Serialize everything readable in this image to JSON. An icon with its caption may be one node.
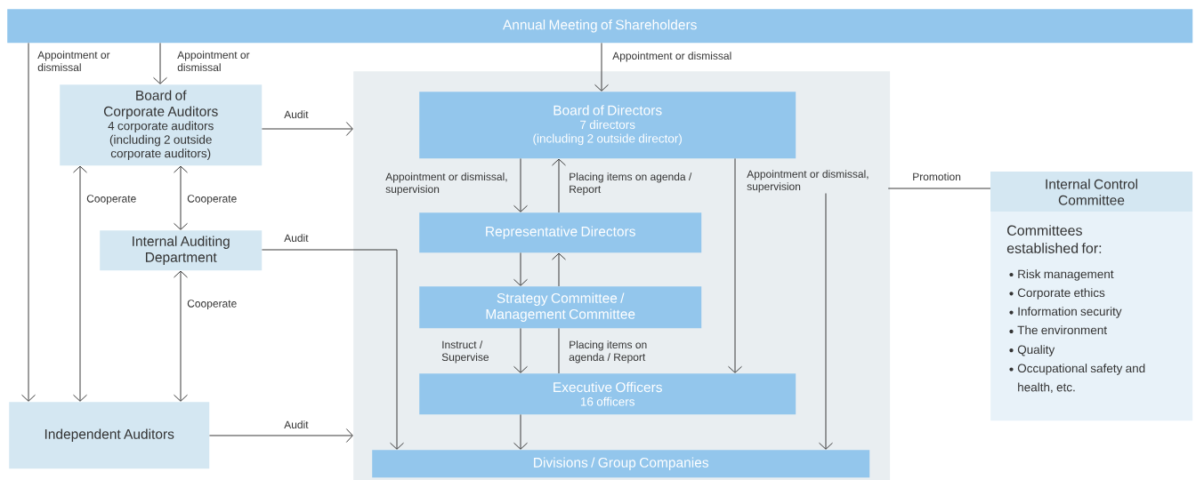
{
  "diagram": {
    "nodes": [
      {
        "text": [
          "Annual Meeting of Shareholders"
        ]
      },
      {
        "text": [
          "Board of Corporate Auditors",
          "4 corporate auditors (including 2 outside corporate auditors)"
        ]
      },
      {
        "text": [
          "Internal Auditing Department"
        ]
      },
      {
        "text": [
          "Independent Auditors"
        ]
      },
      {
        "text": [],
        "shape": "box"
      },
      {
        "text": [
          "Board of Directors",
          "7 directors",
          "(including 2 outside director)"
        ],
        "in": 4
      },
      {
        "text": [
          "Representative Directors"
        ],
        "in": 4
      },
      {
        "text": [
          "Strategy Committee / Management Committee"
        ],
        "in": 4
      },
      {
        "text": [
          "Executive Officers",
          "16 officers"
        ],
        "in": 4
      },
      {
        "text": [
          "Divisions / Group Companies"
        ],
        "in": 4
      },
      {
        "text": [
          "Internal Control Committee",
          "Committees established for:",
          "Risk management",
          "Corporate ethics",
          "Information security",
          "The environment",
          "Quality",
          "Occupational safety and health, etc."
        ]
      }
    ],
    "edges": [
      {
        "from": 0,
        "to": 3,
        "arrow": "to",
        "label": "Appointment or dismissal"
      },
      {
        "from": 0,
        "to": 1,
        "arrow": "to",
        "label": "Appointment or dismissal"
      },
      {
        "from": 0,
        "to": 5,
        "arrow": "to",
        "label": "Appointment or dismissal"
      },
      {
        "from": 1,
        "to": 4,
        "arrow": "to",
        "label": "Audit"
      },
      {
        "from": 3,
        "to": 1,
        "arrow": "both",
        "label": "Cooperate"
      },
      {
        "from": 1,
        "to": 2,
        "arrow": "both",
        "label": "Cooperate"
      },
      {
        "from": 2,
        "to": 3,
        "arrow": "both",
        "label": "Cooperate"
      },
      {
        "from": 2,
        "to": 9,
        "arrow": "to",
        "label": "Audit"
      },
      {
        "from": 3,
        "to": 4,
        "arrow": "to",
        "label": "Audit"
      },
      {
        "from": 5,
        "to": 6,
        "arrow": "to",
        "label": "Appointment or dismissal, supervision"
      },
      {
        "from": 6,
        "to": 5,
        "arrow": "to",
        "label": "Placing items on agenda / Report"
      },
      {
        "from": 6,
        "to": 7,
        "arrow": "to"
      },
      {
        "from": 7,
        "to": 6,
        "arrow": "to"
      },
      {
        "from": 7,
        "to": 8,
        "arrow": "to",
        "label": "Instruct / Supervise"
      },
      {
        "from": 8,
        "to": 7,
        "arrow": "none",
        "label": "Placing items on agenda / Report"
      },
      {
        "from": 5,
        "to": 8,
        "arrow": "to",
        "label": "Appointment or dismissal, supervision"
      },
      {
        "from": 8,
        "to": 9,
        "arrow": "to"
      },
      {
        "from": 10,
        "to": 9,
        "arrow": "to",
        "label": "Promotion"
      }
    ]
  }
}
